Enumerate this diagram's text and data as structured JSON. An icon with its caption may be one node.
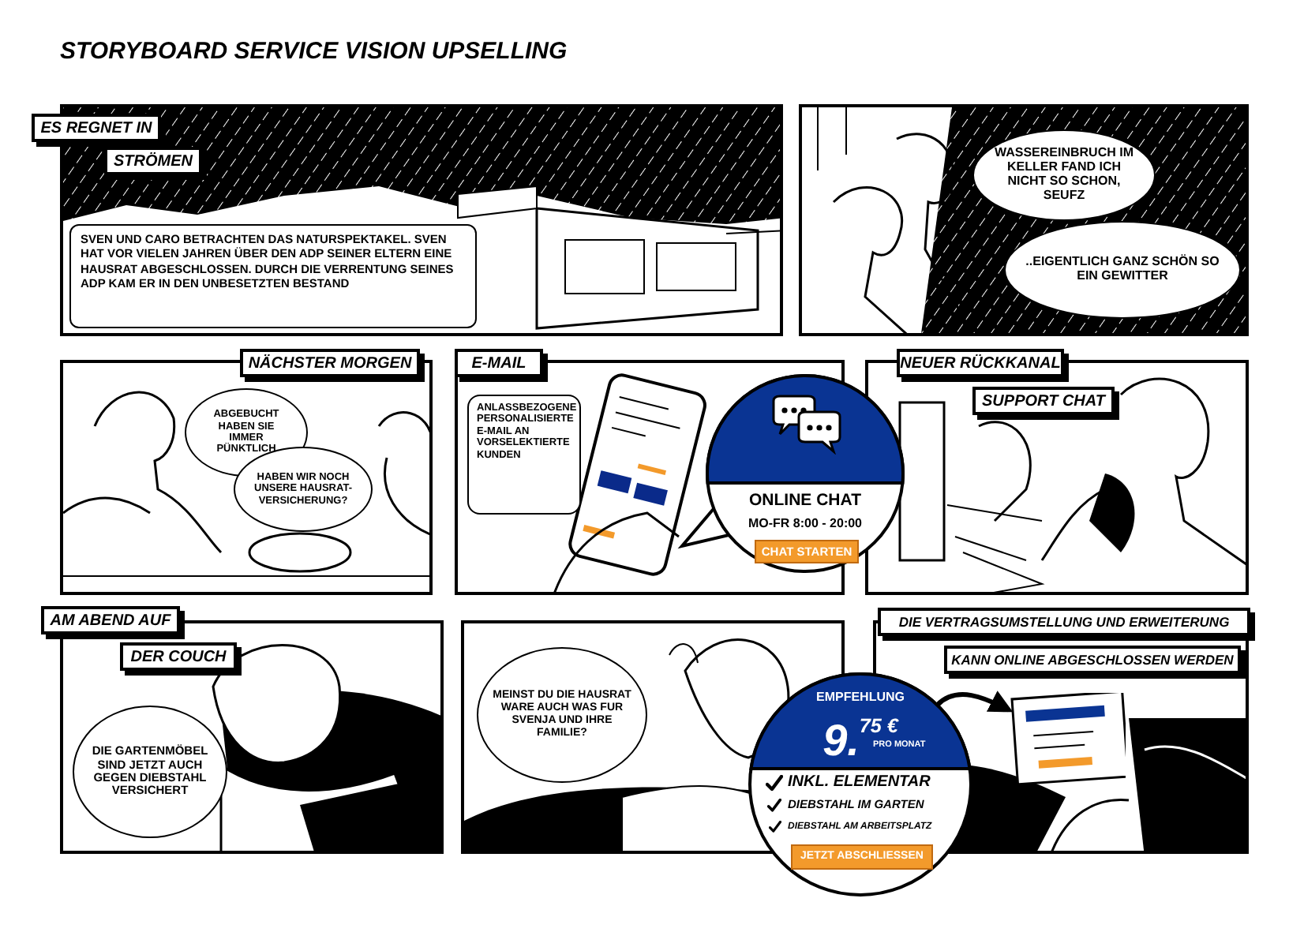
{
  "diagram": {
    "title": "STORYBOARD SERVICE VISION UPSELLING",
    "nodes": [
      {
        "text": [
          "ES REGNET IN"
        ]
      },
      {
        "text": [
          "STRÖMEN"
        ],
        "in": 2
      },
      {
        "text": [],
        "shape": "picture"
      },
      {
        "text": [
          "SVEN UND CARO BETRACHTEN DAS NATURSPEKTAKEL. SVEN HAT VOR VIELEN JAHREN ÜBER DEN ADP SEINER ELTERN EINE HAUSRAT ABGESCHLOSSEN. DURCH DIE VERRENTUNG SEINES ADP KAM ER IN DEN UNBESETZTEN BESTAND"
        ],
        "in": 2
      },
      {
        "text": [],
        "shape": "picture"
      },
      {
        "text": [
          "WASSEREINBRUCH IM KELLER FAND ICH NICHT SO SCHON, SEUFZ"
        ],
        "in": 4
      },
      {
        "text": [
          "..EIGENTLICH GANZ **SCHÖN** SO EIN GEWITTER"
        ],
        "in": 4
      },
      {
        "text": [],
        "shape": "picture"
      },
      {
        "text": [
          "NÄCHSTER MORGEN"
        ]
      },
      {
        "text": [
          "ABGEBUCHT HABEN SIE IMMER PÜNKTLICH"
        ],
        "in": 7
      },
      {
        "text": [
          "HABEN WIR NOCH UNSERE HAUSRAT-VERSICHERUNG?"
        ],
        "in": 7
      },
      {
        "text": [],
        "shape": "picture"
      },
      {
        "text": [
          "E-MAIL"
        ]
      },
      {
        "text": [
          "ANLASSBEZOGENE PERSONALISIERTE E-MAIL AN VORSELEKTIERTE KUNDEN"
        ],
        "in": 11
      },
      {
        "text": [],
        "shape": "picture"
      },
      {
        "text": [
          "NEUER RÜCKKANAL"
        ]
      },
      {
        "text": [
          "SUPPORT CHAT"
        ],
        "in": 14
      },
      {
        "text": [
          "ONLINE CHAT",
          "MO-FR 8:00 - 20:00",
          "CHAT STARTEN"
        ]
      },
      {
        "text": [],
        "shape": "picture"
      },
      {
        "text": [
          "AM ABEND AUF"
        ]
      },
      {
        "text": [
          "DER COUCH"
        ],
        "in": 18
      },
      {
        "text": [
          "DIE GARTENMÖBEL SIND JETZT AUCH GEGEN DIEBSTAHL VERSICHERT"
        ],
        "in": 18
      },
      {
        "text": [],
        "shape": "picture"
      },
      {
        "text": [
          "MEINST DU DIE HAUSRAT WARE AUCH WAS FUR SVENJA UND IHRE FAMILIE?"
        ],
        "in": 22
      },
      {
        "text": [],
        "shape": "picture"
      },
      {
        "text": [
          "DIE VERTRAGSUMSTELLUNG UND ERWEITERUNG"
        ]
      },
      {
        "text": [
          "KANN ONLINE ABGESCHLOSSEN WERDEN"
        ],
        "in": 24
      },
      {
        "text": [
          "EMPFEHLUNG",
          "9.$^{75 €}$",
          "PRO MONAT",
          "INKL. ELEMENTAR",
          "DIEBSTAHL IM GARTEN",
          "DIEBSTAHL AM ARBEITSPLATZ",
          "JETZT ABSCHLIESSEN"
        ]
      },
      {
        "text": [],
        "shape": "picture",
        "in": 24
      }
    ],
    "edges": [
      {
        "from": 27,
        "to": 28,
        "arrow": "to"
      }
    ]
  }
}
